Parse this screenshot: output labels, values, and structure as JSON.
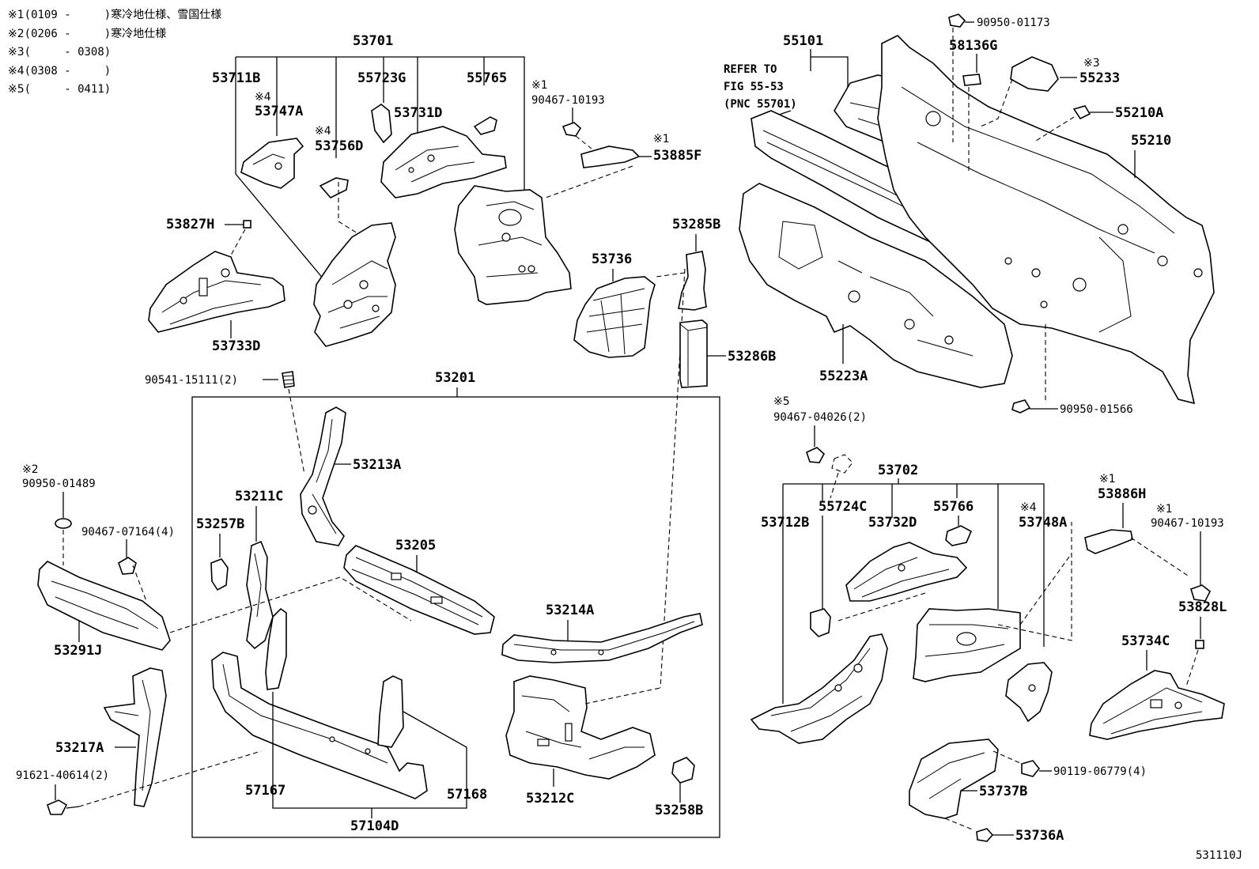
{
  "notes": [
    {
      "mark": "※1",
      "range": "(0109 -     )",
      "text": "寒冷地仕様、雪国仕様"
    },
    {
      "mark": "※2",
      "range": "(0206 -     )",
      "text": "寒冷地仕様"
    },
    {
      "mark": "※3",
      "range": "(     - 0308)",
      "text": ""
    },
    {
      "mark": "※4",
      "range": "(0308 -     )",
      "text": ""
    },
    {
      "mark": "※5",
      "range": "(     - 0411)",
      "text": ""
    }
  ],
  "parts": {
    "p53701": "53701",
    "p53711B": "53711B",
    "p53747A": "53747A",
    "p53756D": "53756D",
    "p55723G": "55723G",
    "p53731D": "53731D",
    "p55765": "55765",
    "p90467_10193_a": "90467-10193",
    "p53885F": "53885F",
    "p53827H": "53827H",
    "p53733D": "53733D",
    "p53736": "53736",
    "p53285B": "53285B",
    "p53286B": "53286B",
    "p55101": "55101",
    "p90950_01173": "90950-01173",
    "p58136G": "58136G",
    "p55233": "55233",
    "p55210A": "55210A",
    "p55210": "55210",
    "p55223A": "55223A",
    "p90950_01566": "90950-01566",
    "p90541_15111": "90541-15111(2)",
    "p53201": "53201",
    "p53213A": "53213A",
    "p53211C": "53211C",
    "p53257B": "53257B",
    "p53205": "53205",
    "p53214A": "53214A",
    "p57167": "57167",
    "p57168": "57168",
    "p57104D": "57104D",
    "p53212C": "53212C",
    "p53258B": "53258B",
    "p90950_01489": "90950-01489",
    "p90467_07164": "90467-07164(4)",
    "p53291J": "53291J",
    "p53217A": "53217A",
    "p91621_40614": "91621-40614(2)",
    "p90467_04026": "90467-04026(2)",
    "p53702": "53702",
    "p55724C": "55724C",
    "p53732D": "53732D",
    "p55766": "55766",
    "p53712B": "53712B",
    "p53748A": "53748A",
    "p53886H": "53886H",
    "p90467_10193_b": "90467-10193",
    "p53828L": "53828L",
    "p53734C": "53734C",
    "p90119_06779": "90119-06779(4)",
    "p53737B": "53737B",
    "p53736A": "53736A"
  },
  "marks": {
    "m4a": "※4",
    "m4b": "※4",
    "m1a": "※1",
    "m1b": "※1",
    "m3": "※3",
    "m2": "※2",
    "m5": "※5",
    "m4c": "※4",
    "m1c": "※1",
    "m1d": "※1"
  },
  "refer": {
    "line1": "REFER TO",
    "line2": "FIG 55-53",
    "line3": "(PNC 55701)"
  },
  "figure_code": "531110J"
}
